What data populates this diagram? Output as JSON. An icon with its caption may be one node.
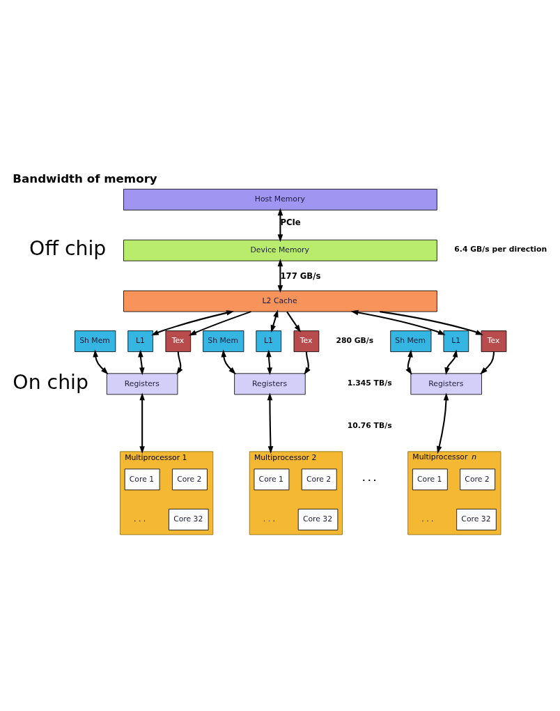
{
  "diagram": {
    "title": "Bandwidth of memory",
    "nodes": [
      {
        "text": [
          "Host Memory"
        ]
      },
      {
        "text": [
          "Device Memory"
        ]
      },
      {
        "text": [
          "L2 Cache"
        ]
      },
      {
        "text": [
          "Sh Mem"
        ]
      },
      {
        "text": [
          "L1"
        ]
      },
      {
        "text": [
          "Tex"
        ]
      },
      {
        "text": [
          "Sh Mem"
        ]
      },
      {
        "text": [
          "L1"
        ]
      },
      {
        "text": [
          "Tex"
        ]
      },
      {
        "text": [
          "Sh Mem"
        ]
      },
      {
        "text": [
          "L1"
        ]
      },
      {
        "text": [
          "Tex"
        ]
      },
      {
        "text": [
          "Registers"
        ]
      },
      {
        "text": [
          "Registers"
        ]
      },
      {
        "text": [
          "Registers"
        ]
      },
      {
        "text": [
          "Multiprocessor 1"
        ]
      },
      {
        "text": [
          "Core 1"
        ],
        "in": 15
      },
      {
        "text": [
          "Core 2"
        ],
        "in": 15
      },
      {
        "text": [
          "Core 32"
        ],
        "in": 15
      },
      {
        "text": [
          "Multiprocessor 2"
        ]
      },
      {
        "text": [
          "Core 1"
        ],
        "in": 19
      },
      {
        "text": [
          "Core 2"
        ],
        "in": 19
      },
      {
        "text": [
          "Core 32"
        ],
        "in": 19
      },
      {
        "text": [
          "Multiprocessor *n*"
        ]
      },
      {
        "text": [
          "Core 1"
        ],
        "in": 23
      },
      {
        "text": [
          "Core 2"
        ],
        "in": 23
      },
      {
        "text": [
          "Core 32"
        ],
        "in": 23
      }
    ],
    "edges": [
      {
        "from": 0,
        "to": 1,
        "arrow": "both",
        "label": "PCIe"
      },
      {
        "from": 1,
        "to": 2,
        "arrow": "both",
        "label": "177 GB/s"
      },
      {
        "from": 2,
        "to": 4,
        "arrow": "both"
      },
      {
        "from": 2,
        "to": 5,
        "arrow": "to"
      },
      {
        "from": 2,
        "to": 7,
        "arrow": "both"
      },
      {
        "from": 2,
        "to": 8,
        "arrow": "to"
      },
      {
        "from": 2,
        "to": 10,
        "arrow": "both"
      },
      {
        "from": 2,
        "to": 11,
        "arrow": "to"
      },
      {
        "from": 3,
        "to": 12,
        "arrow": "both"
      },
      {
        "from": 4,
        "to": 12,
        "arrow": "both"
      },
      {
        "from": 5,
        "to": 12,
        "arrow": "to"
      },
      {
        "from": 6,
        "to": 13,
        "arrow": "both"
      },
      {
        "from": 7,
        "to": 13,
        "arrow": "both"
      },
      {
        "from": 8,
        "to": 13,
        "arrow": "to"
      },
      {
        "from": 9,
        "to": 14,
        "arrow": "both"
      },
      {
        "from": 10,
        "to": 14,
        "arrow": "both"
      },
      {
        "from": 11,
        "to": 14,
        "arrow": "to"
      },
      {
        "from": 12,
        "to": 15,
        "arrow": "both"
      },
      {
        "from": 13,
        "to": 19,
        "arrow": "both"
      },
      {
        "from": 14,
        "to": 23,
        "arrow": "both"
      }
    ],
    "labels": [
      "Off chip",
      "6.4 GB/s per direction",
      "280 GB/s",
      "On chip",
      "1.345 TB/s",
      "10.76 TB/s",
      ". . .",
      ". . .",
      ". . .",
      ". . ."
    ]
  }
}
